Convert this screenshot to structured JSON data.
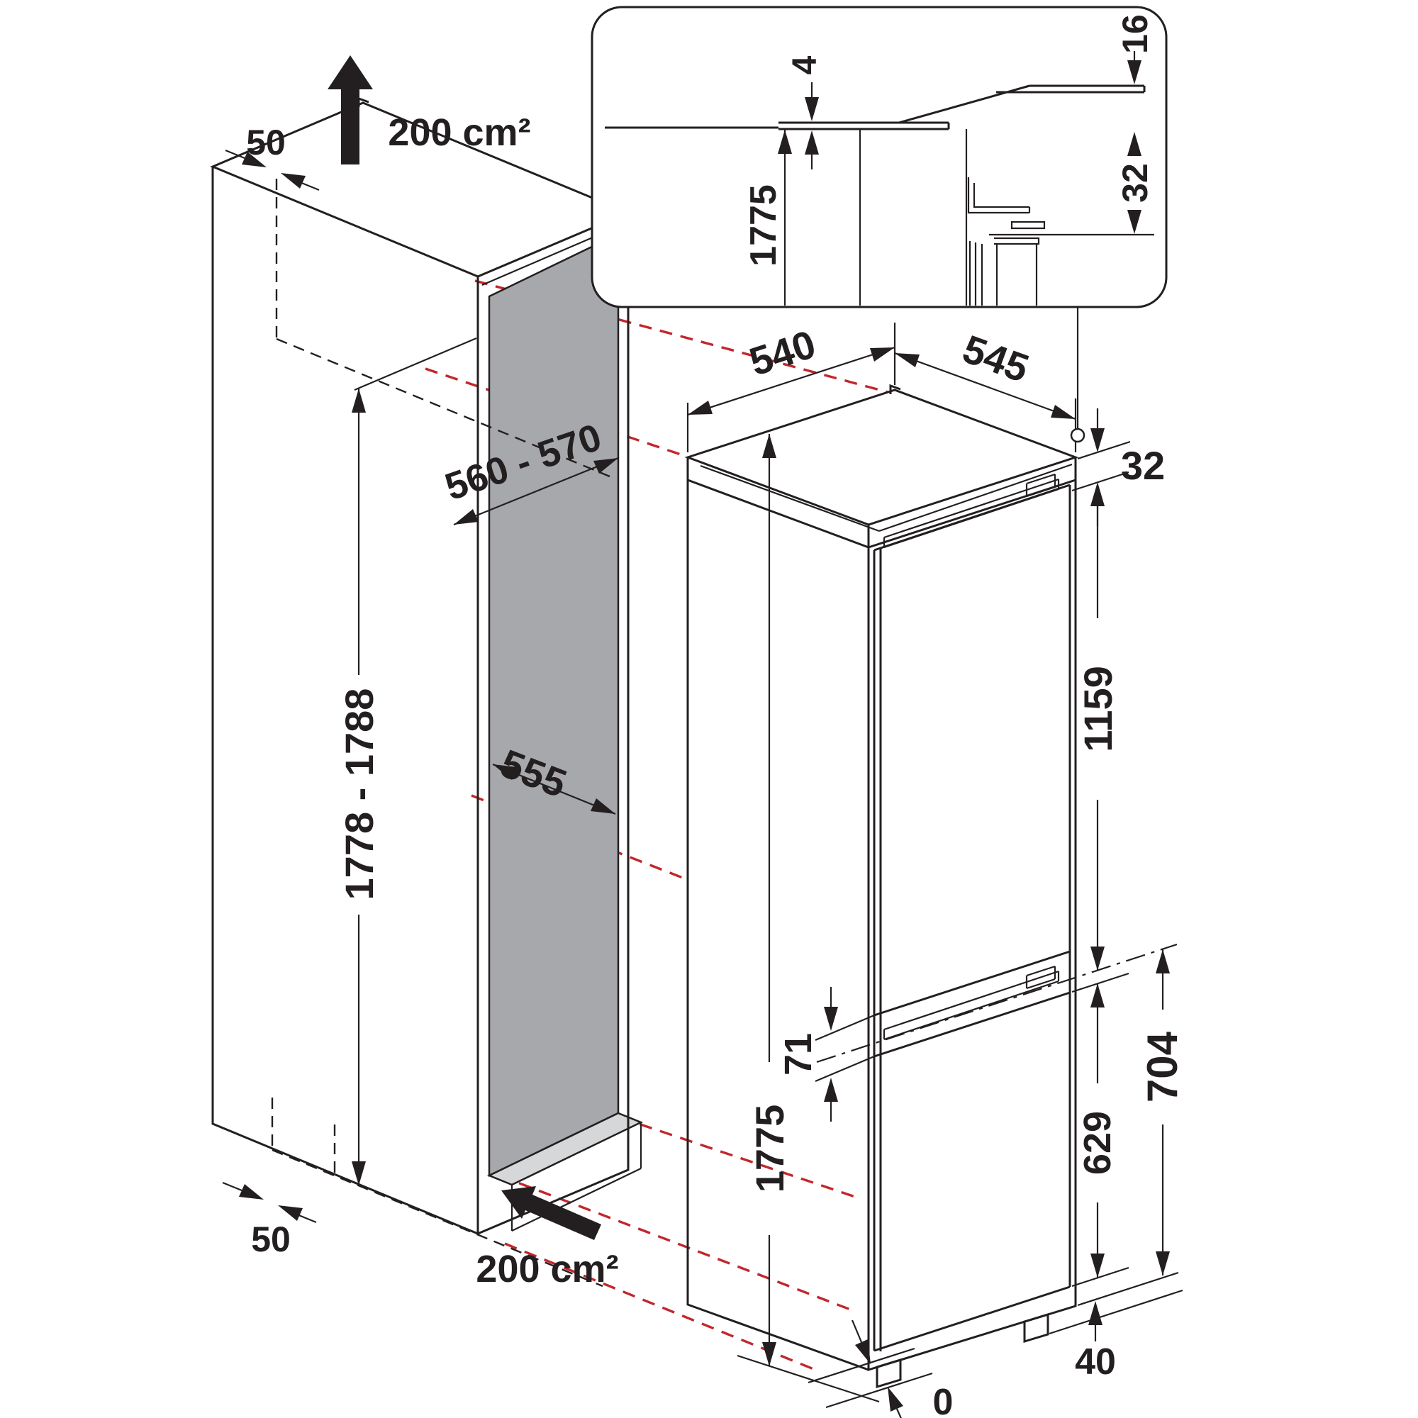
{
  "colors": {
    "line": "#231f20",
    "projection_red": "#c1272d",
    "back_panel_gray": "#a6a8ab",
    "floor_gray": "#d6d7d9"
  },
  "niche": {
    "top_clearance": "50",
    "top_vent_area": "200 cm²",
    "width_range": "560 - 570",
    "height_range": "1778 - 1788",
    "depth": "555",
    "bottom_clearance": "50",
    "bottom_vent_area": "200 cm²"
  },
  "appliance": {
    "top_depth": "540",
    "top_width": "545",
    "top_recess": "32",
    "upper_door_height": "1159",
    "door_gap": "71",
    "total_height": "1775",
    "lower_door_height": "629",
    "lower_section_height": "704",
    "plinth_height": "40",
    "front_clearance": "0"
  },
  "inset": {
    "panel_thickness": "4",
    "niche_height": "1775",
    "top_overlap": "16",
    "top_recess": "32"
  }
}
